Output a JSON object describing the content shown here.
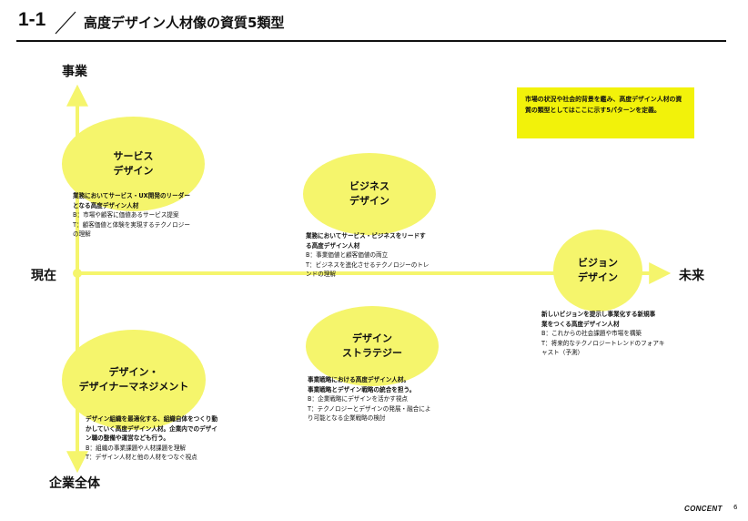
{
  "header": {
    "slide_number": "1-1",
    "title": "高度デザイン人材像の資質5類型"
  },
  "axes": {
    "top": "事業",
    "bottom": "企業全体",
    "left": "現在",
    "right": "未来",
    "color": "#f5f56c"
  },
  "note": "市場の状況や社会的背景を鑑み、高度デザイン人材の資質の類型としてはここに示す5パターンを定義。",
  "types": [
    {
      "name_lines": [
        "サービス",
        "デザイン"
      ],
      "lead_lines": [
        "業務においてサービス・UX開発のリーダー",
        "となる高度デザイン人材"
      ],
      "detail_lines": [
        "B：市場や顧客に価値あるサービス提案",
        "T：顧客価値と体験を実現するテクノロジー",
        "の理解"
      ]
    },
    {
      "name_lines": [
        "ビジネス",
        "デザイン"
      ],
      "lead_lines": [
        "業務においてサービス・ビジネスをリードす",
        "る高度デザイン人材"
      ],
      "detail_lines": [
        "B：事業価値と顧客価値の両立",
        "T：ビジネスを進化させるテクノロジーのトレ",
        "ンドの理解"
      ]
    },
    {
      "name_lines": [
        "ビジョン",
        "デザイン"
      ],
      "lead_lines": [
        "新しいビジョンを提示し事業化する新規事",
        "業をつくる高度デザイン人材"
      ],
      "detail_lines": [
        "B：これからの社会課題や市場を構築",
        "T：将来的なテクノロジートレンドのフォアキ",
        "ャスト（予測）"
      ]
    },
    {
      "name_lines": [
        "デザイン",
        "ストラテジー"
      ],
      "lead_lines": [
        "事業戦略における高度デザイン人材。",
        "事業戦略とデザイン戦略の統合を担う。"
      ],
      "detail_lines": [
        "B：企業戦略にデザインを活かす視点",
        "T：テクノロジーとデザインの発展・融合によ",
        "り可能となる企業戦略の検討"
      ]
    },
    {
      "name_lines": [
        "デザイン・",
        "デザイナーマネジメント"
      ],
      "lead_lines": [
        "デザイン組織を最適化する、組織自体をつくり動",
        "かしていく高度デザイン人材。企業内でのデザイ",
        "ン職の整備や運営なども行う。"
      ],
      "detail_lines": [
        "B：組織の事業課題や人材課題を理解",
        "T：デザイン人材と他の人材をつなぐ視点"
      ]
    }
  ],
  "footer": {
    "logo": "CONCENT",
    "page": "6"
  }
}
